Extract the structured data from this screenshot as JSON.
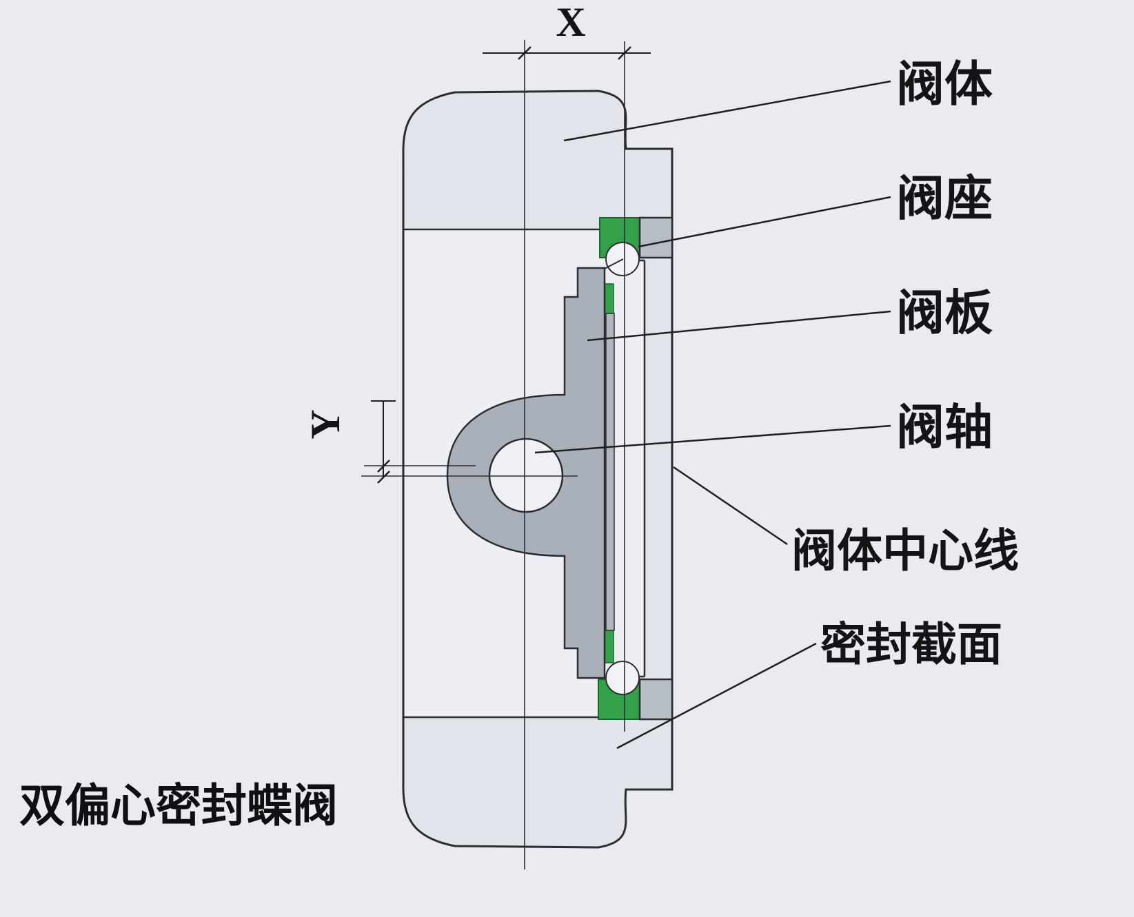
{
  "diagram": {
    "title": "双偏心密封蝶阀",
    "dimensions": {
      "x": "X",
      "y": "Y"
    },
    "labels": {
      "valve_body": "阀体",
      "valve_seat": "阀座",
      "valve_plate": "阀板",
      "valve_shaft": "阀轴",
      "body_centerline": "阀体中心线",
      "seal_section": "密封截面"
    },
    "colors": {
      "background": "#eaebf1",
      "body_fill": "#e2e4eb",
      "bore_fill": "#edeff4",
      "disc_fill": "#a9b0ba",
      "retainer_fill": "#b7bdc5",
      "seal_green": "#33a04a",
      "seal_green_stroke": "#17662a",
      "line": "#2c2c30",
      "text": "#141416"
    }
  }
}
